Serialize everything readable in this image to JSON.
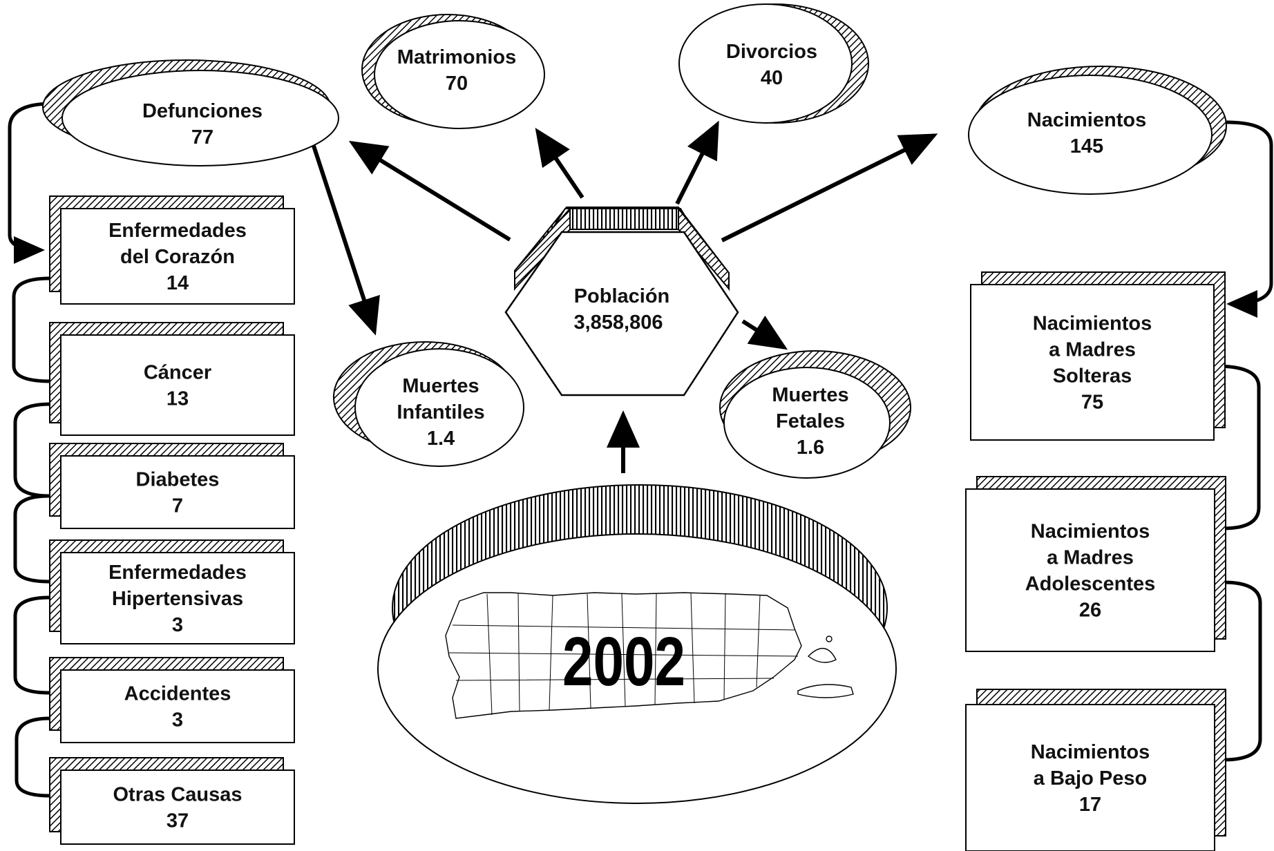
{
  "center": {
    "label": "Población",
    "value": "3,858,806"
  },
  "year": "2002",
  "ellipses": {
    "defunciones": {
      "label": "Defunciones",
      "value": "77"
    },
    "matrimonios": {
      "label": "Matrimonios",
      "value": "70"
    },
    "divorcios": {
      "label": "Divorcios",
      "value": "40"
    },
    "nacimientos": {
      "label": "Nacimientos",
      "value": "145"
    },
    "muertes_infantiles": {
      "line1": "Muertes",
      "line2": "Infantiles",
      "value": "1.4"
    },
    "muertes_fetales": {
      "line1": "Muertes",
      "line2": "Fetales",
      "value": "1.6"
    }
  },
  "causes": [
    {
      "lines": [
        "Enfermedades",
        "del Corazón"
      ],
      "value": "14"
    },
    {
      "lines": [
        "Cáncer"
      ],
      "value": "13"
    },
    {
      "lines": [
        "Diabetes"
      ],
      "value": "7"
    },
    {
      "lines": [
        "Enfermedades",
        "Hipertensivas"
      ],
      "value": "3"
    },
    {
      "lines": [
        "Accidentes"
      ],
      "value": "3"
    },
    {
      "lines": [
        "Otras Causas"
      ],
      "value": "37"
    }
  ],
  "births": [
    {
      "lines": [
        "Nacimientos",
        "a Madres",
        "Solteras"
      ],
      "value": "75"
    },
    {
      "lines": [
        "Nacimientos",
        "a Madres",
        "Adolescentes"
      ],
      "value": "26"
    },
    {
      "lines": [
        "Nacimientos",
        "a Bajo Peso"
      ],
      "value": "17"
    }
  ]
}
